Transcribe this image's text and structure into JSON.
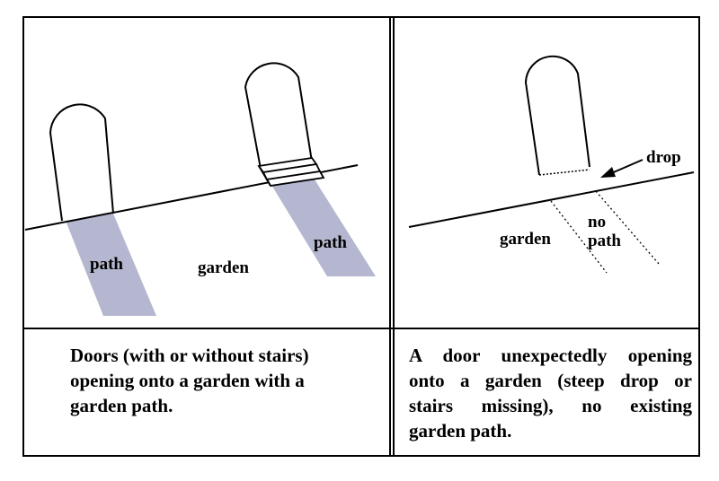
{
  "left_panel": {
    "labels": {
      "path_left": "path",
      "path_right": "path",
      "garden": "garden"
    },
    "caption_lines": [
      "Doors (with or without stairs)",
      "opening onto a garden with a",
      "garden path."
    ]
  },
  "right_panel": {
    "labels": {
      "drop": "drop",
      "no": "no",
      "path": "path",
      "garden": "garden"
    },
    "caption_lines": [
      "A door unexpectedly opening",
      "onto a garden (steep drop or",
      "stairs missing), no existing",
      "garden path."
    ]
  },
  "colors": {
    "path_fill": "#b4b7cf",
    "line": "#000000"
  }
}
